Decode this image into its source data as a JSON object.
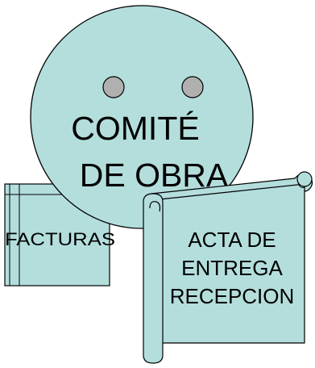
{
  "colors": {
    "fill": "#B3DEDC",
    "stroke": "#000000",
    "eye_fill": "#B0B0B0"
  },
  "nodes": {
    "committee": {
      "line1": "COMITÉ",
      "line2": "DE OBRA"
    },
    "invoices": {
      "label": "FACTURAS"
    },
    "delivery_act": {
      "line1": "ACTA DE",
      "line2": "ENTREGA",
      "line3": "RECEPCION"
    }
  }
}
